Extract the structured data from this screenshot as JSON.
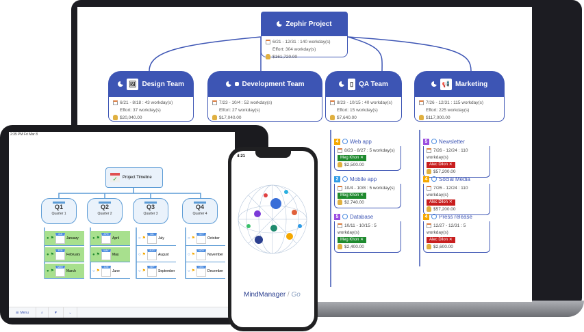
{
  "laptop": {
    "root": {
      "title": "Zephir Project",
      "dates": "6/21 - 12/31 : 140 workday(s)",
      "effort": "Effort: 304 workday(s)",
      "cost": "$161,720.00"
    },
    "teams": [
      {
        "title": "Design Team",
        "dates": "6/21 - 8/18 : 43 workday(s)",
        "effort": "Effort: 37 workday(s)",
        "cost": "$20,040.00"
      },
      {
        "title": "Development Team",
        "dates": "7/23 - 10/4 : 52 workday(s)",
        "effort": "Effort: 27 workday(s)",
        "cost": "$17,040.00"
      },
      {
        "title": "QA Team",
        "dates": "8/23 - 10/15 : 40 workday(s)",
        "effort": "Effort: 15 workday(s)",
        "cost": "$7,640.00"
      },
      {
        "title": "Marketing",
        "dates": "7/26 - 12/31 : 115 workday(s)",
        "effort": "Effort: 225 workday(s)",
        "cost": "$117,000.00"
      }
    ],
    "qa_tasks": [
      {
        "priority": "4",
        "priority_color": "#f5a800",
        "title": "Web app",
        "dates": "8/23 - 8/27 : 5 workday(s)",
        "resource": "Meg Khon",
        "cost": "$2,500.00"
      },
      {
        "priority": "2",
        "priority_color": "#2e9be6",
        "title": "Mobile app",
        "dates": "10/4 - 10/8 : 5 workday(s)",
        "resource": "Meg Khon",
        "cost": "$2,740.00"
      },
      {
        "priority": "5",
        "priority_color": "#9b4de0",
        "title": "Database",
        "dates": "10/11 - 10/15 : 5 workday(s)",
        "resource": "Meg Khon",
        "cost": "$2,400.00"
      }
    ],
    "marketing_tasks": [
      {
        "priority": "5",
        "priority_color": "#9b4de0",
        "title": "Newsletter",
        "dates": "7/26 - 12/24 : 110 workday(s)",
        "resource": "Alec Dilon",
        "cost": "$57,200.00"
      },
      {
        "priority": "4",
        "priority_color": "#f5a800",
        "title": "Social Media",
        "dates": "7/26 - 12/24 : 110 workday(s)",
        "resource": "Alec Dilon",
        "cost": "$57,200.00"
      },
      {
        "priority": "4",
        "priority_color": "#f5a800",
        "title": "Press release",
        "dates": "12/27 - 12/31 : 5 workday(s)",
        "resource": "Alec Dilon",
        "cost": "$2,600.00"
      }
    ],
    "resource_colors": {
      "Meg Khon": "#1e8a2e",
      "Alec Dilon": "#c81e1e"
    },
    "remove_glyph": "✕"
  },
  "ipad": {
    "status": "2:35 PM  Fri Mar 8",
    "root": "Project Timeline",
    "quarters": [
      {
        "title": "Q1",
        "label": "Quarter 1",
        "months": [
          {
            "abbr": "JAN",
            "name": "January",
            "done": true
          },
          {
            "abbr": "FEB",
            "name": "February",
            "done": true
          },
          {
            "abbr": "MAR",
            "name": "March",
            "done": true
          }
        ]
      },
      {
        "title": "Q2",
        "label": "Quarter 2",
        "months": [
          {
            "abbr": "APR",
            "name": "April",
            "done": true
          },
          {
            "abbr": "MAY",
            "name": "May",
            "done": true
          },
          {
            "abbr": "JUN",
            "name": "June",
            "done": false
          }
        ]
      },
      {
        "title": "Q3",
        "label": "Quarter 3",
        "months": [
          {
            "abbr": "JUL",
            "name": "July",
            "done": false
          },
          {
            "abbr": "AUG",
            "name": "August",
            "done": false
          },
          {
            "abbr": "SEP",
            "name": "September",
            "done": false
          }
        ]
      },
      {
        "title": "Q4",
        "label": "Quarter 4",
        "months": [
          {
            "abbr": "OCT",
            "name": "October",
            "done": false
          },
          {
            "abbr": "NOV",
            "name": "November",
            "done": false
          },
          {
            "abbr": "DEC",
            "name": "December",
            "done": false
          }
        ]
      }
    ],
    "toolbar": {
      "menu": "Menu",
      "menu_icon": "☰",
      "search_icon": "⌕",
      "filter_icon": "▼",
      "more_icon": "⌄"
    }
  },
  "phone": {
    "time": "4:21",
    "brand": "MindManager",
    "brand_suffix": "Go"
  }
}
